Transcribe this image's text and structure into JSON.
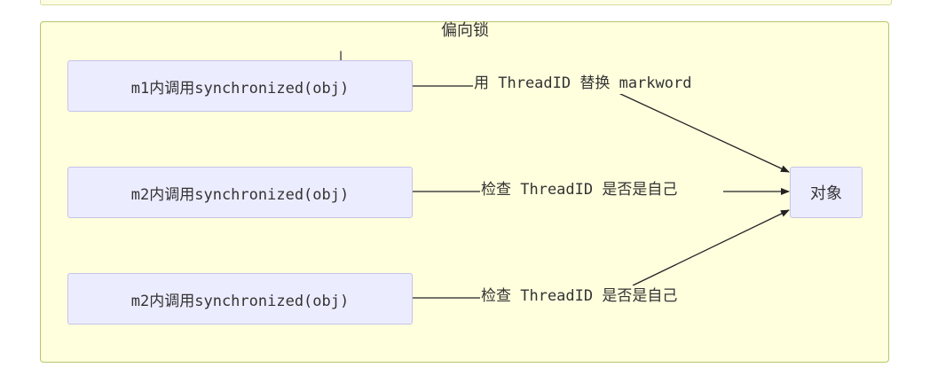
{
  "diagram": {
    "subgraph_title": "偏向锁",
    "nodes": {
      "m1": "m1内调用synchronized(obj)",
      "m2a": "m2内调用synchronized(obj)",
      "m2b": "m2内调用synchronized(obj)",
      "target": "对象"
    },
    "edges": [
      {
        "from": "m1",
        "to": "target",
        "label": "用 ThreadID 替换 markword"
      },
      {
        "from": "m2a",
        "to": "target",
        "label": "检查 ThreadID 是否是自己"
      },
      {
        "from": "m2b",
        "to": "target",
        "label": "检查 ThreadID 是否是自己"
      }
    ]
  },
  "cursor_icon": "text-cursor-icon",
  "colors": {
    "subgraph_fill": "#ffffde",
    "subgraph_border": "#b7c66b",
    "node_fill": "#ececff",
    "node_border": "#c5c3ea",
    "edge": "#222222"
  }
}
